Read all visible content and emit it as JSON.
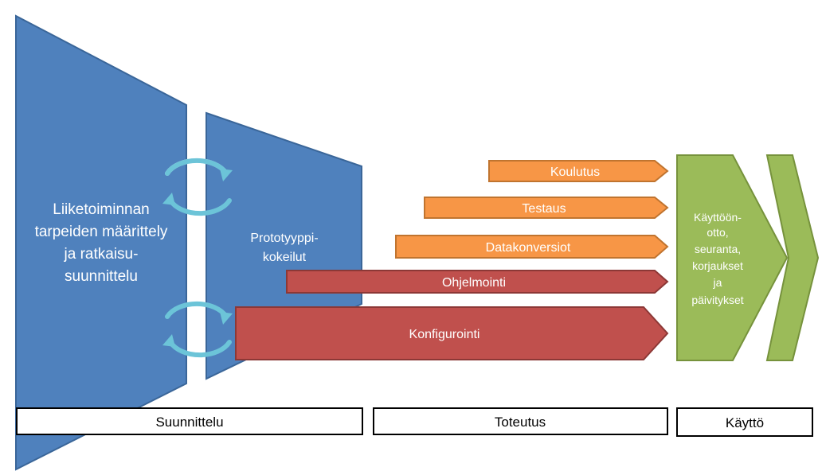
{
  "planning_main": [
    "Liiketoiminnan",
    "tarpeiden määrittely",
    "ja ratkaisu-",
    "suunnittelu"
  ],
  "prototype": [
    "Prototyyppi-",
    "kokeilut"
  ],
  "arrows": {
    "koulutus": "Koulutus",
    "testaus": "Testaus",
    "datakonversiot": "Datakonversiot",
    "ohjelmointi": "Ohjelmointi",
    "konfigurointi": "Konfigurointi"
  },
  "deployment": [
    "Käyttöön-",
    "otto,",
    "seuranta,",
    "korjaukset",
    "ja",
    "päivitykset"
  ],
  "phases": {
    "suunnittelu": "Suunnittelu",
    "toteutus": "Toteutus",
    "kayttö": "Käyttö"
  },
  "colors": {
    "blue": "#4F81BD",
    "orange": "#F79646",
    "red": "#C0504D",
    "green": "#9BBB59"
  }
}
